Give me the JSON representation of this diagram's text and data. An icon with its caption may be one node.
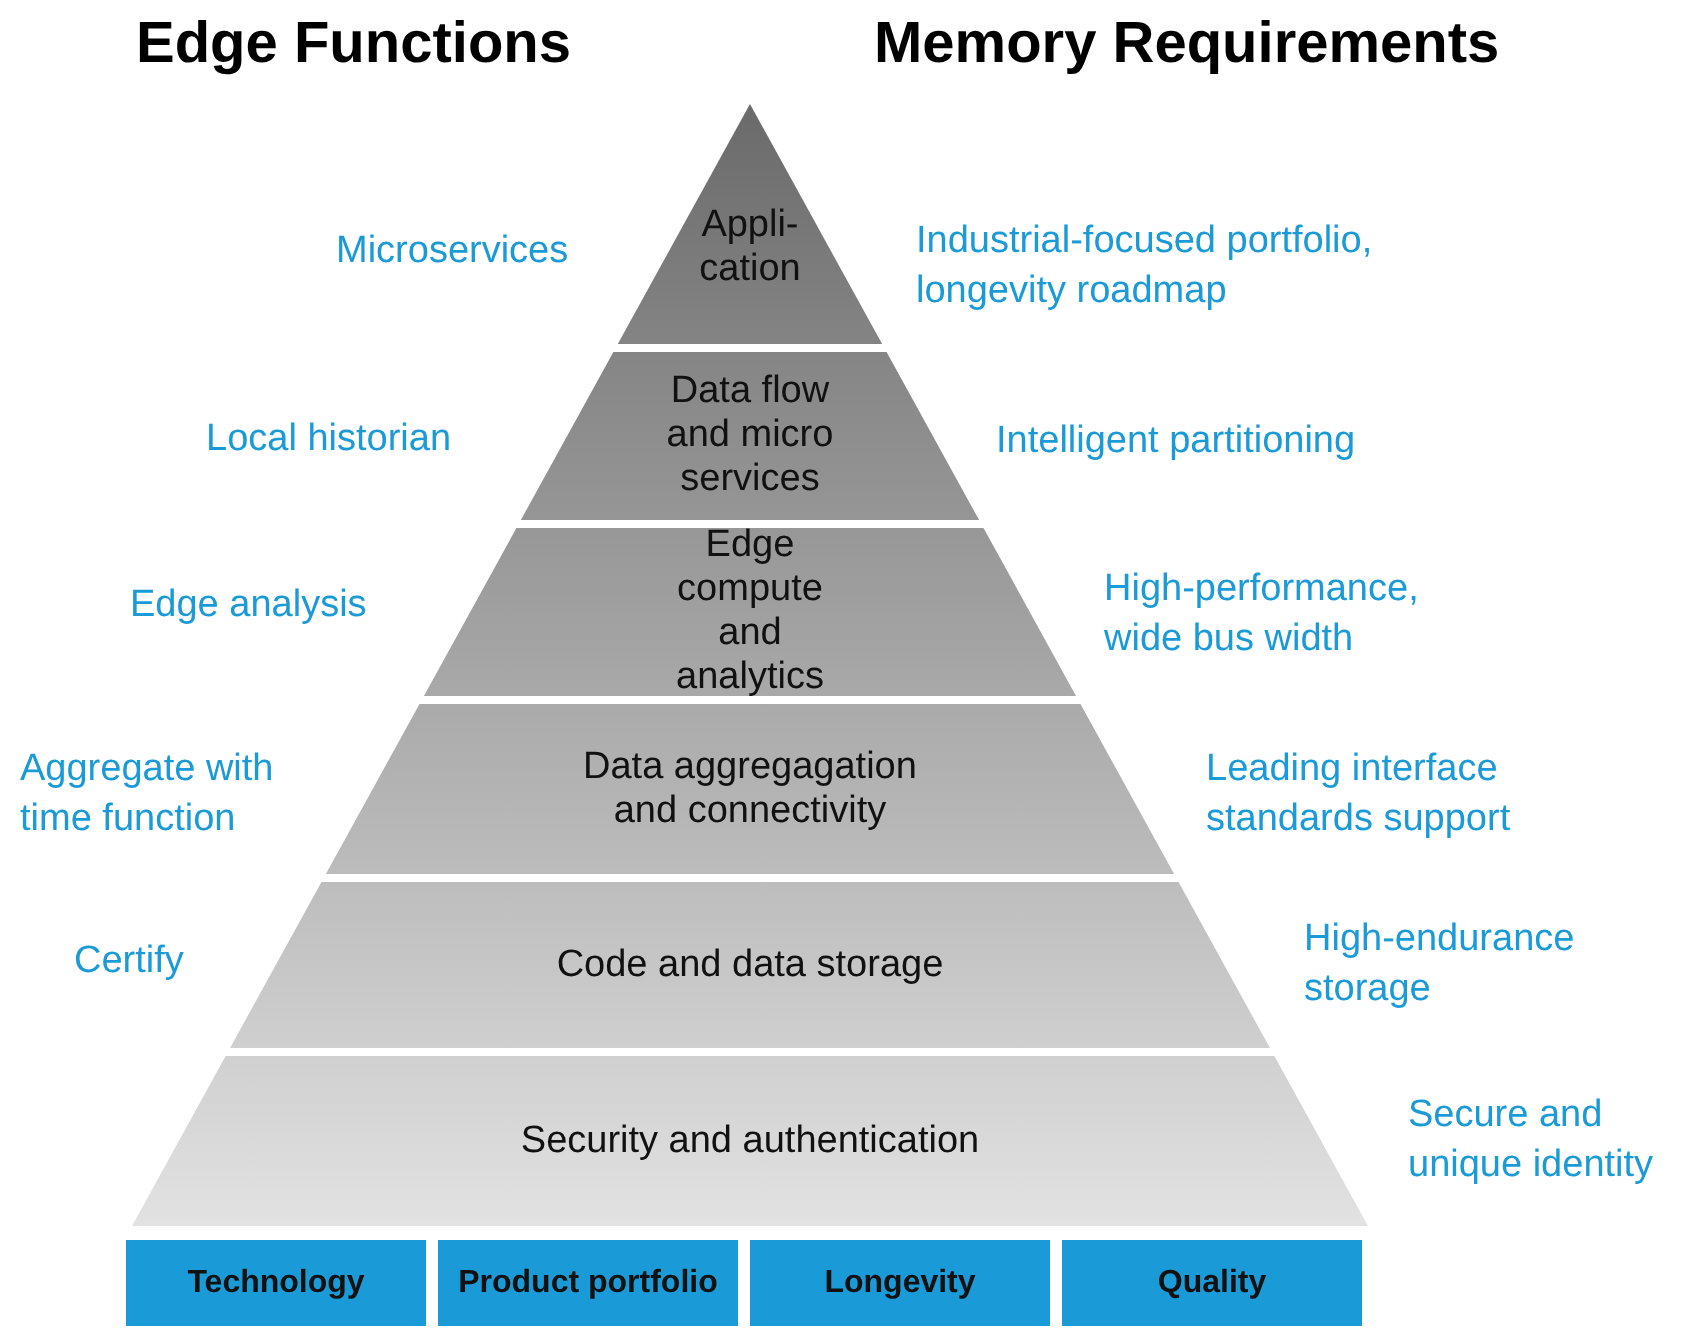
{
  "diagram": {
    "nodes": [
      {
        "text": [
          "Appli- cation"
        ]
      },
      {
        "text": [
          "Data flow and micro services"
        ]
      },
      {
        "text": [
          "Edge compute and analytics"
        ]
      },
      {
        "text": [
          "Data aggregagation and connectivity"
        ]
      },
      {
        "text": [
          "Code and data storage"
        ]
      },
      {
        "text": [
          "Security and authentication"
        ]
      },
      {
        "text": [
          "Technology"
        ]
      },
      {
        "text": [
          "Product portfolio"
        ]
      },
      {
        "text": [
          "Longevity"
        ]
      },
      {
        "text": [
          "Quality"
        ]
      }
    ],
    "labels": [
      "Edge Functions",
      "Memory Requirements",
      "Microservices",
      "Industrial-focused portfolio, longevity roadmap",
      "Local historian",
      "Intelligent partitioning",
      "Edge analysis",
      "High-performance, wide bus width",
      "Aggregate with time function",
      "Leading interface standards support",
      "Certify",
      "High-endurance storage",
      "Secure and unique identity"
    ]
  }
}
